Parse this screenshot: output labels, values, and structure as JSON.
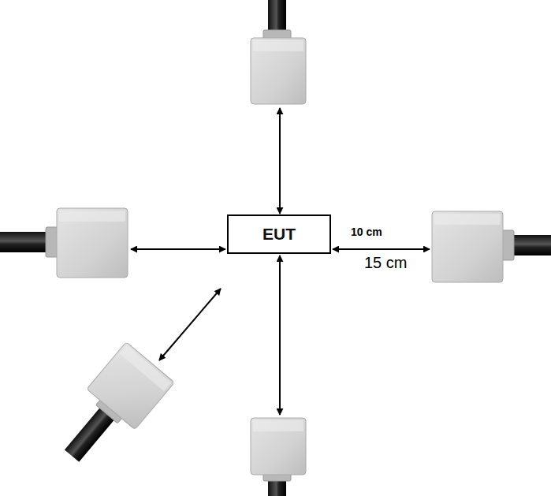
{
  "diagram": {
    "nodes": [
      {
        "text": [
          "EUT"
        ]
      }
    ],
    "labels": [
      "10 cm",
      "15 cm"
    ]
  }
}
